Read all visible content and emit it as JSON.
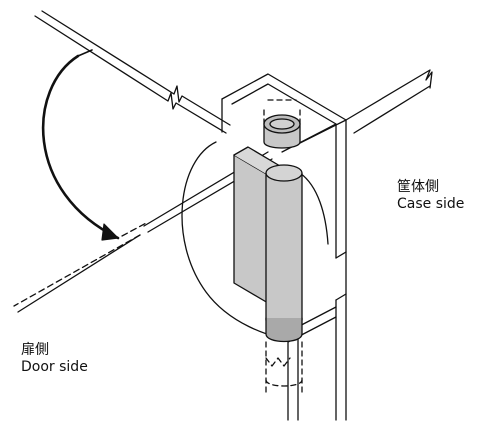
{
  "labels": {
    "case_side_jp": "筐体側",
    "case_side_en": "Case side",
    "door_side_jp": "扉側",
    "door_side_en": "Door side"
  },
  "colors": {
    "line": "#111111",
    "hinge_fill": "#c8c8c8",
    "hinge_dark": "#a9a9a9",
    "background": "#ffffff"
  },
  "icons": {
    "rotation_arrow": "curved-arrow-icon"
  }
}
